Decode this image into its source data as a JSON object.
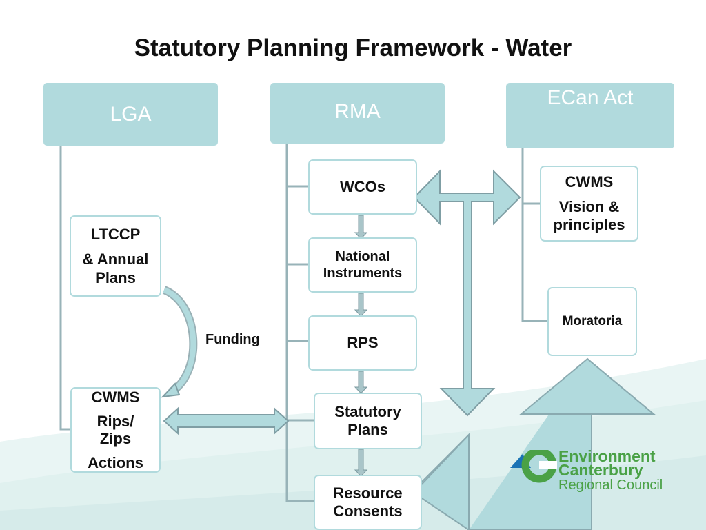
{
  "title": "Statutory Planning Framework - Water",
  "headers": {
    "lga": "LGA",
    "rma": "RMA",
    "ecan": "ECan Act"
  },
  "lga": {
    "ltccp": [
      "LTCCP",
      "& Annual",
      "Plans"
    ],
    "cwms": [
      "CWMS",
      "Rips/",
      "Zips",
      "Actions"
    ],
    "funding_label": "Funding"
  },
  "rma": {
    "wcos": "WCOs",
    "national": [
      "National",
      "Instruments"
    ],
    "rps": "RPS",
    "statutory": [
      "Statutory",
      "Plans"
    ],
    "resource": [
      "Resource",
      "Consents"
    ]
  },
  "ecan": {
    "cwms": [
      "CWMS",
      "Vision &",
      "principles"
    ],
    "moratoria": "Moratoria"
  },
  "logo": {
    "line1": "Environment",
    "line2": "Canterbury",
    "line3": "Regional Council"
  },
  "colors": {
    "box_fill": "#b1dadd",
    "connector": "#98b3b8",
    "arrow_outline": "#8aaab0",
    "logo_green": "#4aa146",
    "logo_blue": "#1a73b5"
  }
}
